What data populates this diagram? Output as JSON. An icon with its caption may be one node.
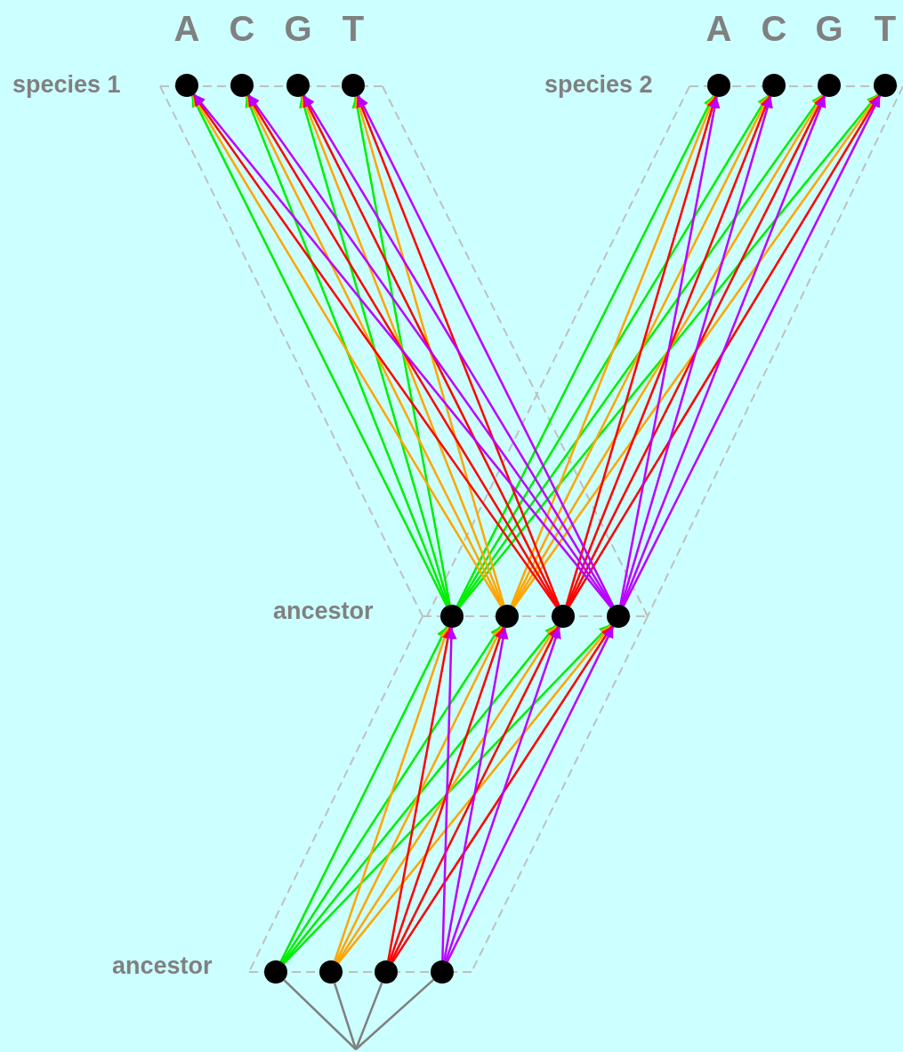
{
  "diagram": {
    "nodes": [
      {
        "text": [],
        "shape": "circle",
        "beside": [
          "A"
        ]
      },
      {
        "text": [],
        "shape": "circle",
        "beside": [
          "C"
        ]
      },
      {
        "text": [],
        "shape": "circle",
        "beside": [
          "G"
        ]
      },
      {
        "text": [],
        "shape": "circle",
        "beside": [
          "T"
        ]
      },
      {
        "text": [],
        "shape": "circle",
        "beside": [
          "A"
        ]
      },
      {
        "text": [],
        "shape": "circle",
        "beside": [
          "C"
        ]
      },
      {
        "text": [],
        "shape": "circle",
        "beside": [
          "G"
        ]
      },
      {
        "text": [],
        "shape": "circle",
        "beside": [
          "T"
        ]
      },
      {
        "text": [],
        "shape": "circle"
      },
      {
        "text": [],
        "shape": "circle"
      },
      {
        "text": [],
        "shape": "circle"
      },
      {
        "text": [],
        "shape": "circle"
      },
      {
        "text": [],
        "shape": "circle"
      },
      {
        "text": [],
        "shape": "circle"
      },
      {
        "text": [],
        "shape": "circle"
      },
      {
        "text": [],
        "shape": "circle"
      }
    ],
    "edges": [
      {
        "from": null,
        "to": 12,
        "arrow": "none",
        "color": "#808080"
      },
      {
        "from": null,
        "to": 13,
        "arrow": "none",
        "color": "#808080"
      },
      {
        "from": null,
        "to": 14,
        "arrow": "none",
        "color": "#808080"
      },
      {
        "from": null,
        "to": 15,
        "arrow": "none",
        "color": "#808080"
      },
      {
        "from": 12,
        "to": 8,
        "arrow": "to",
        "color": "#00ee00"
      },
      {
        "from": 12,
        "to": 9,
        "arrow": "to",
        "color": "#00ee00"
      },
      {
        "from": 12,
        "to": 10,
        "arrow": "to",
        "color": "#00ee00"
      },
      {
        "from": 12,
        "to": 11,
        "arrow": "to",
        "color": "#00ee00"
      },
      {
        "from": 13,
        "to": 8,
        "arrow": "to",
        "color": "#ffa500"
      },
      {
        "from": 13,
        "to": 9,
        "arrow": "to",
        "color": "#ffa500"
      },
      {
        "from": 13,
        "to": 10,
        "arrow": "to",
        "color": "#ffa500"
      },
      {
        "from": 13,
        "to": 11,
        "arrow": "to",
        "color": "#ffa500"
      },
      {
        "from": 14,
        "to": 8,
        "arrow": "to",
        "color": "#ff0000"
      },
      {
        "from": 14,
        "to": 9,
        "arrow": "to",
        "color": "#ff0000"
      },
      {
        "from": 14,
        "to": 10,
        "arrow": "to",
        "color": "#ff0000"
      },
      {
        "from": 14,
        "to": 11,
        "arrow": "to",
        "color": "#ff0000"
      },
      {
        "from": 15,
        "to": 8,
        "arrow": "to",
        "color": "#bb00ff"
      },
      {
        "from": 15,
        "to": 9,
        "arrow": "to",
        "color": "#bb00ff"
      },
      {
        "from": 15,
        "to": 10,
        "arrow": "to",
        "color": "#bb00ff"
      },
      {
        "from": 15,
        "to": 11,
        "arrow": "to",
        "color": "#bb00ff"
      },
      {
        "from": 8,
        "to": 0,
        "arrow": "to",
        "color": "#00ee00"
      },
      {
        "from": 8,
        "to": 1,
        "arrow": "to",
        "color": "#00ee00"
      },
      {
        "from": 8,
        "to": 2,
        "arrow": "to",
        "color": "#00ee00"
      },
      {
        "from": 8,
        "to": 3,
        "arrow": "to",
        "color": "#00ee00"
      },
      {
        "from": 8,
        "to": 4,
        "arrow": "to",
        "color": "#00ee00"
      },
      {
        "from": 8,
        "to": 5,
        "arrow": "to",
        "color": "#00ee00"
      },
      {
        "from": 8,
        "to": 6,
        "arrow": "to",
        "color": "#00ee00"
      },
      {
        "from": 8,
        "to": 7,
        "arrow": "to",
        "color": "#00ee00"
      },
      {
        "from": 9,
        "to": 0,
        "arrow": "to",
        "color": "#ffa500"
      },
      {
        "from": 9,
        "to": 1,
        "arrow": "to",
        "color": "#ffa500"
      },
      {
        "from": 9,
        "to": 2,
        "arrow": "to",
        "color": "#ffa500"
      },
      {
        "from": 9,
        "to": 3,
        "arrow": "to",
        "color": "#ffa500"
      },
      {
        "from": 9,
        "to": 4,
        "arrow": "to",
        "color": "#ffa500"
      },
      {
        "from": 9,
        "to": 5,
        "arrow": "to",
        "color": "#ffa500"
      },
      {
        "from": 9,
        "to": 6,
        "arrow": "to",
        "color": "#ffa500"
      },
      {
        "from": 9,
        "to": 7,
        "arrow": "to",
        "color": "#ffa500"
      },
      {
        "from": 10,
        "to": 0,
        "arrow": "to",
        "color": "#ff0000"
      },
      {
        "from": 10,
        "to": 1,
        "arrow": "to",
        "color": "#ff0000"
      },
      {
        "from": 10,
        "to": 2,
        "arrow": "to",
        "color": "#ff0000"
      },
      {
        "from": 10,
        "to": 3,
        "arrow": "to",
        "color": "#ff0000"
      },
      {
        "from": 10,
        "to": 4,
        "arrow": "to",
        "color": "#ff0000"
      },
      {
        "from": 10,
        "to": 5,
        "arrow": "to",
        "color": "#ff0000"
      },
      {
        "from": 10,
        "to": 6,
        "arrow": "to",
        "color": "#ff0000"
      },
      {
        "from": 10,
        "to": 7,
        "arrow": "to",
        "color": "#ff0000"
      },
      {
        "from": 11,
        "to": 0,
        "arrow": "to",
        "color": "#bb00ff"
      },
      {
        "from": 11,
        "to": 1,
        "arrow": "to",
        "color": "#bb00ff"
      },
      {
        "from": 11,
        "to": 2,
        "arrow": "to",
        "color": "#bb00ff"
      },
      {
        "from": 11,
        "to": 3,
        "arrow": "to",
        "color": "#bb00ff"
      },
      {
        "from": 11,
        "to": 4,
        "arrow": "to",
        "color": "#bb00ff"
      },
      {
        "from": 11,
        "to": 5,
        "arrow": "to",
        "color": "#bb00ff"
      },
      {
        "from": 11,
        "to": 6,
        "arrow": "to",
        "color": "#bb00ff"
      },
      {
        "from": 11,
        "to": 7,
        "arrow": "to",
        "color": "#bb00ff"
      }
    ],
    "labels": [
      "species 1",
      "species 2",
      "ancestor",
      "ancestor"
    ]
  }
}
